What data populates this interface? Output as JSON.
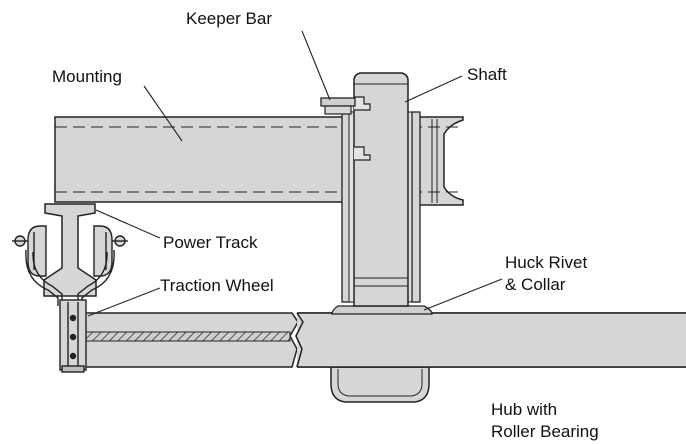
{
  "labels": {
    "keeper_bar": "Keeper Bar",
    "mounting": "Mounting",
    "shaft": "Shaft",
    "power_track": "Power Track",
    "traction_wheel": "Traction Wheel",
    "huck_rivet_line1": "Huck Rivet",
    "huck_rivet_line2": "& Collar",
    "hub_line1": "Hub with",
    "hub_line2": "Roller Bearing"
  },
  "colors": {
    "fill": "#d6d6d6",
    "fill_dark": "#bdbdbd",
    "stroke": "#222222"
  }
}
